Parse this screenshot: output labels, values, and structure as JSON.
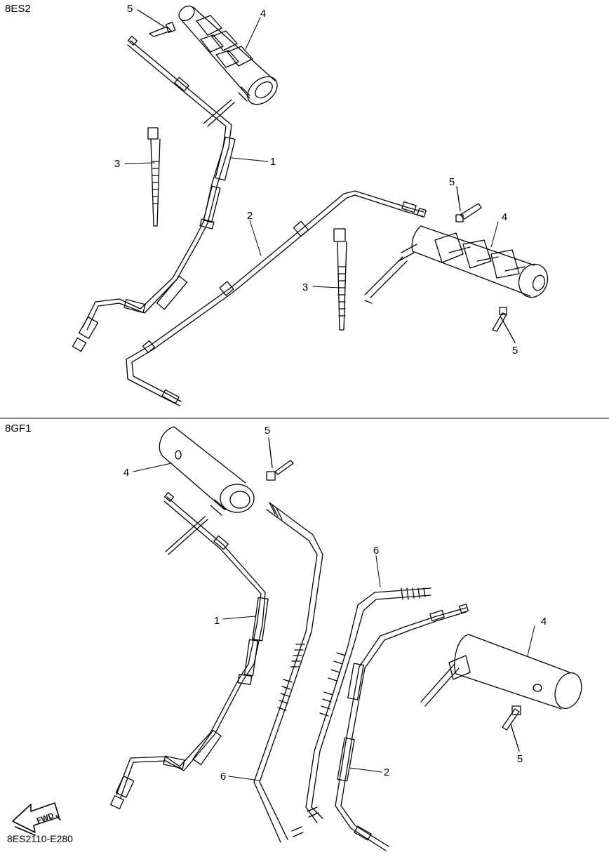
{
  "sections": [
    {
      "label": "8ES2",
      "callouts": [
        "5",
        "4",
        "1",
        "3",
        "2",
        "5",
        "4",
        "3",
        "5"
      ]
    },
    {
      "label": "8GF1",
      "callouts": [
        "5",
        "4",
        "1",
        "6",
        "4",
        "6",
        "2",
        "5"
      ]
    }
  ],
  "direction_badge": "FWD",
  "footer_code": "8ES2110-E280",
  "colors": {
    "line": "#000000",
    "background": "#ffffff"
  }
}
